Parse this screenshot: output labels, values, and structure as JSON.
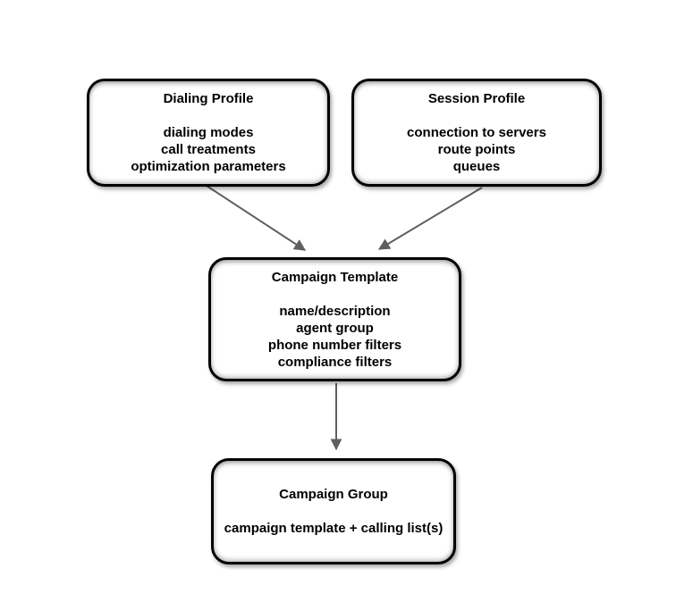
{
  "nodes": {
    "dialing_profile": {
      "title": "Dialing Profile",
      "lines": [
        "dialing modes",
        "call treatments",
        "optimization parameters"
      ]
    },
    "session_profile": {
      "title": "Session Profile",
      "lines": [
        "connection to servers",
        "route points",
        "queues"
      ]
    },
    "campaign_template": {
      "title": "Campaign Template",
      "lines": [
        "name/description",
        "agent group",
        "phone number filters",
        "compliance filters"
      ]
    },
    "campaign_group": {
      "title": "Campaign Group",
      "lines": [
        "campaign template + calling list(s)"
      ]
    }
  },
  "edges": [
    {
      "from": "Dialing Profile",
      "to": "Campaign Template"
    },
    {
      "from": "Session Profile",
      "to": "Campaign Template"
    },
    {
      "from": "Campaign Template",
      "to": "Campaign Group"
    }
  ],
  "colors": {
    "background": "#ffffff",
    "box_border": "#000000",
    "text": "#000000",
    "arrow": "#5f5f5f"
  }
}
